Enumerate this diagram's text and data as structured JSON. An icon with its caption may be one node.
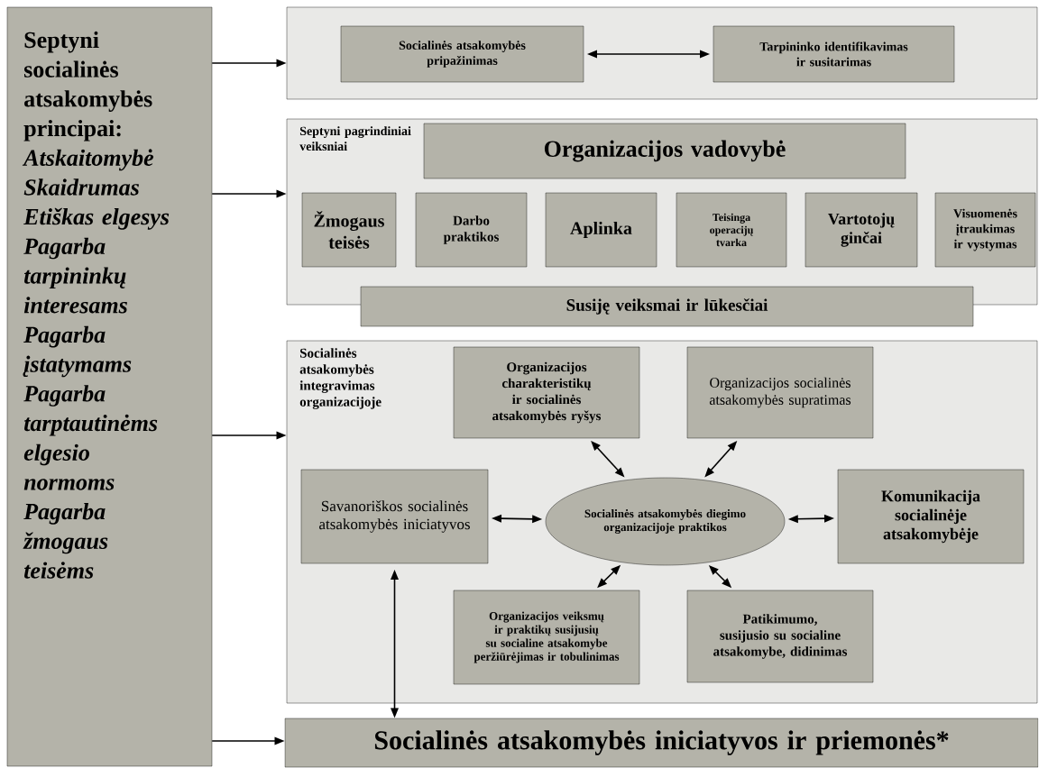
{
  "diagram": {
    "nodes": [
      {
        "text": [
          "Septyni socialinės atsakomybės principai:",
          "Atskaitomybė",
          "Skaidrumas",
          "Etiškas elgesys",
          "Pagarba tarpininkų interesams",
          "Pagarba įstatymams",
          "Pagarba tarptautinėms elgesio normoms",
          "Pagarba žmogaus teisėms"
        ]
      },
      {
        "text": [],
        "shape": "box"
      },
      {
        "text": [
          "Socialinės atsakomybės pripažinimas"
        ],
        "in": 1
      },
      {
        "text": [
          "Tarpininko identifikavimas ir susitarimas"
        ],
        "in": 1
      },
      {
        "text": [
          "Septyni pagrindiniai veiksniai"
        ]
      },
      {
        "text": [
          "Organizacijos vadovybė"
        ],
        "in": 4
      },
      {
        "text": [
          "Žmogaus teisės"
        ],
        "in": 4
      },
      {
        "text": [
          "Darbo praktikos"
        ],
        "in": 4
      },
      {
        "text": [
          "Aplinka"
        ],
        "in": 4
      },
      {
        "text": [
          "Teisinga operacijų tvarka"
        ],
        "in": 4
      },
      {
        "text": [
          "Vartotojų ginčai"
        ],
        "in": 4
      },
      {
        "text": [
          "Visuomenės įtraukimas ir vystymas"
        ],
        "in": 4
      },
      {
        "text": [
          "Susiję veiksmai ir lūkesčiai"
        ]
      },
      {
        "text": [
          "Socialinės atsakomybės integravimas organizacijoje"
        ]
      },
      {
        "text": [
          "Organizacijos charakteristikų ir socialinės atsakomybės ryšys"
        ],
        "in": 13
      },
      {
        "text": [
          "Organizacijos socialinės atsakomybės supratimas"
        ],
        "in": 13
      },
      {
        "text": [
          "Savanoriškos socialinės atsakomybės iniciatyvos"
        ],
        "in": 13
      },
      {
        "text": [
          "Socialinės atsakomybės diegimo organizacijoje praktikos"
        ],
        "in": 13
      },
      {
        "text": [
          "Komunikacija socialinėje atsakomybėje"
        ],
        "in": 13
      },
      {
        "text": [
          "Organizacijos veiksmų ir praktikų susijusių su socialine atsakomybe peržiūrėjimas ir tobulinimas"
        ],
        "in": 13
      },
      {
        "text": [
          "Patikimumo, susijusio su socialine atsakomybe, didinimas"
        ],
        "in": 13
      },
      {
        "text": [
          "Socialinės atsakomybės iniciatyvos ir priemonės*"
        ]
      }
    ],
    "edges": [
      {
        "from": 0,
        "to": 1,
        "arrow": "to"
      },
      {
        "from": 0,
        "to": 4,
        "arrow": "to"
      },
      {
        "from": 0,
        "to": 13,
        "arrow": "to"
      },
      {
        "from": 0,
        "to": 21,
        "arrow": "to"
      },
      {
        "from": 2,
        "to": 3,
        "arrow": "both"
      },
      {
        "from": 14,
        "to": 17,
        "arrow": "both"
      },
      {
        "from": 15,
        "to": 17,
        "arrow": "both"
      },
      {
        "from": 16,
        "to": 17,
        "arrow": "both"
      },
      {
        "from": 18,
        "to": 17,
        "arrow": "both"
      },
      {
        "from": 19,
        "to": 17,
        "arrow": "both"
      },
      {
        "from": 20,
        "to": 17,
        "arrow": "both"
      },
      {
        "from": 16,
        "to": 21,
        "arrow": "both"
      }
    ]
  }
}
